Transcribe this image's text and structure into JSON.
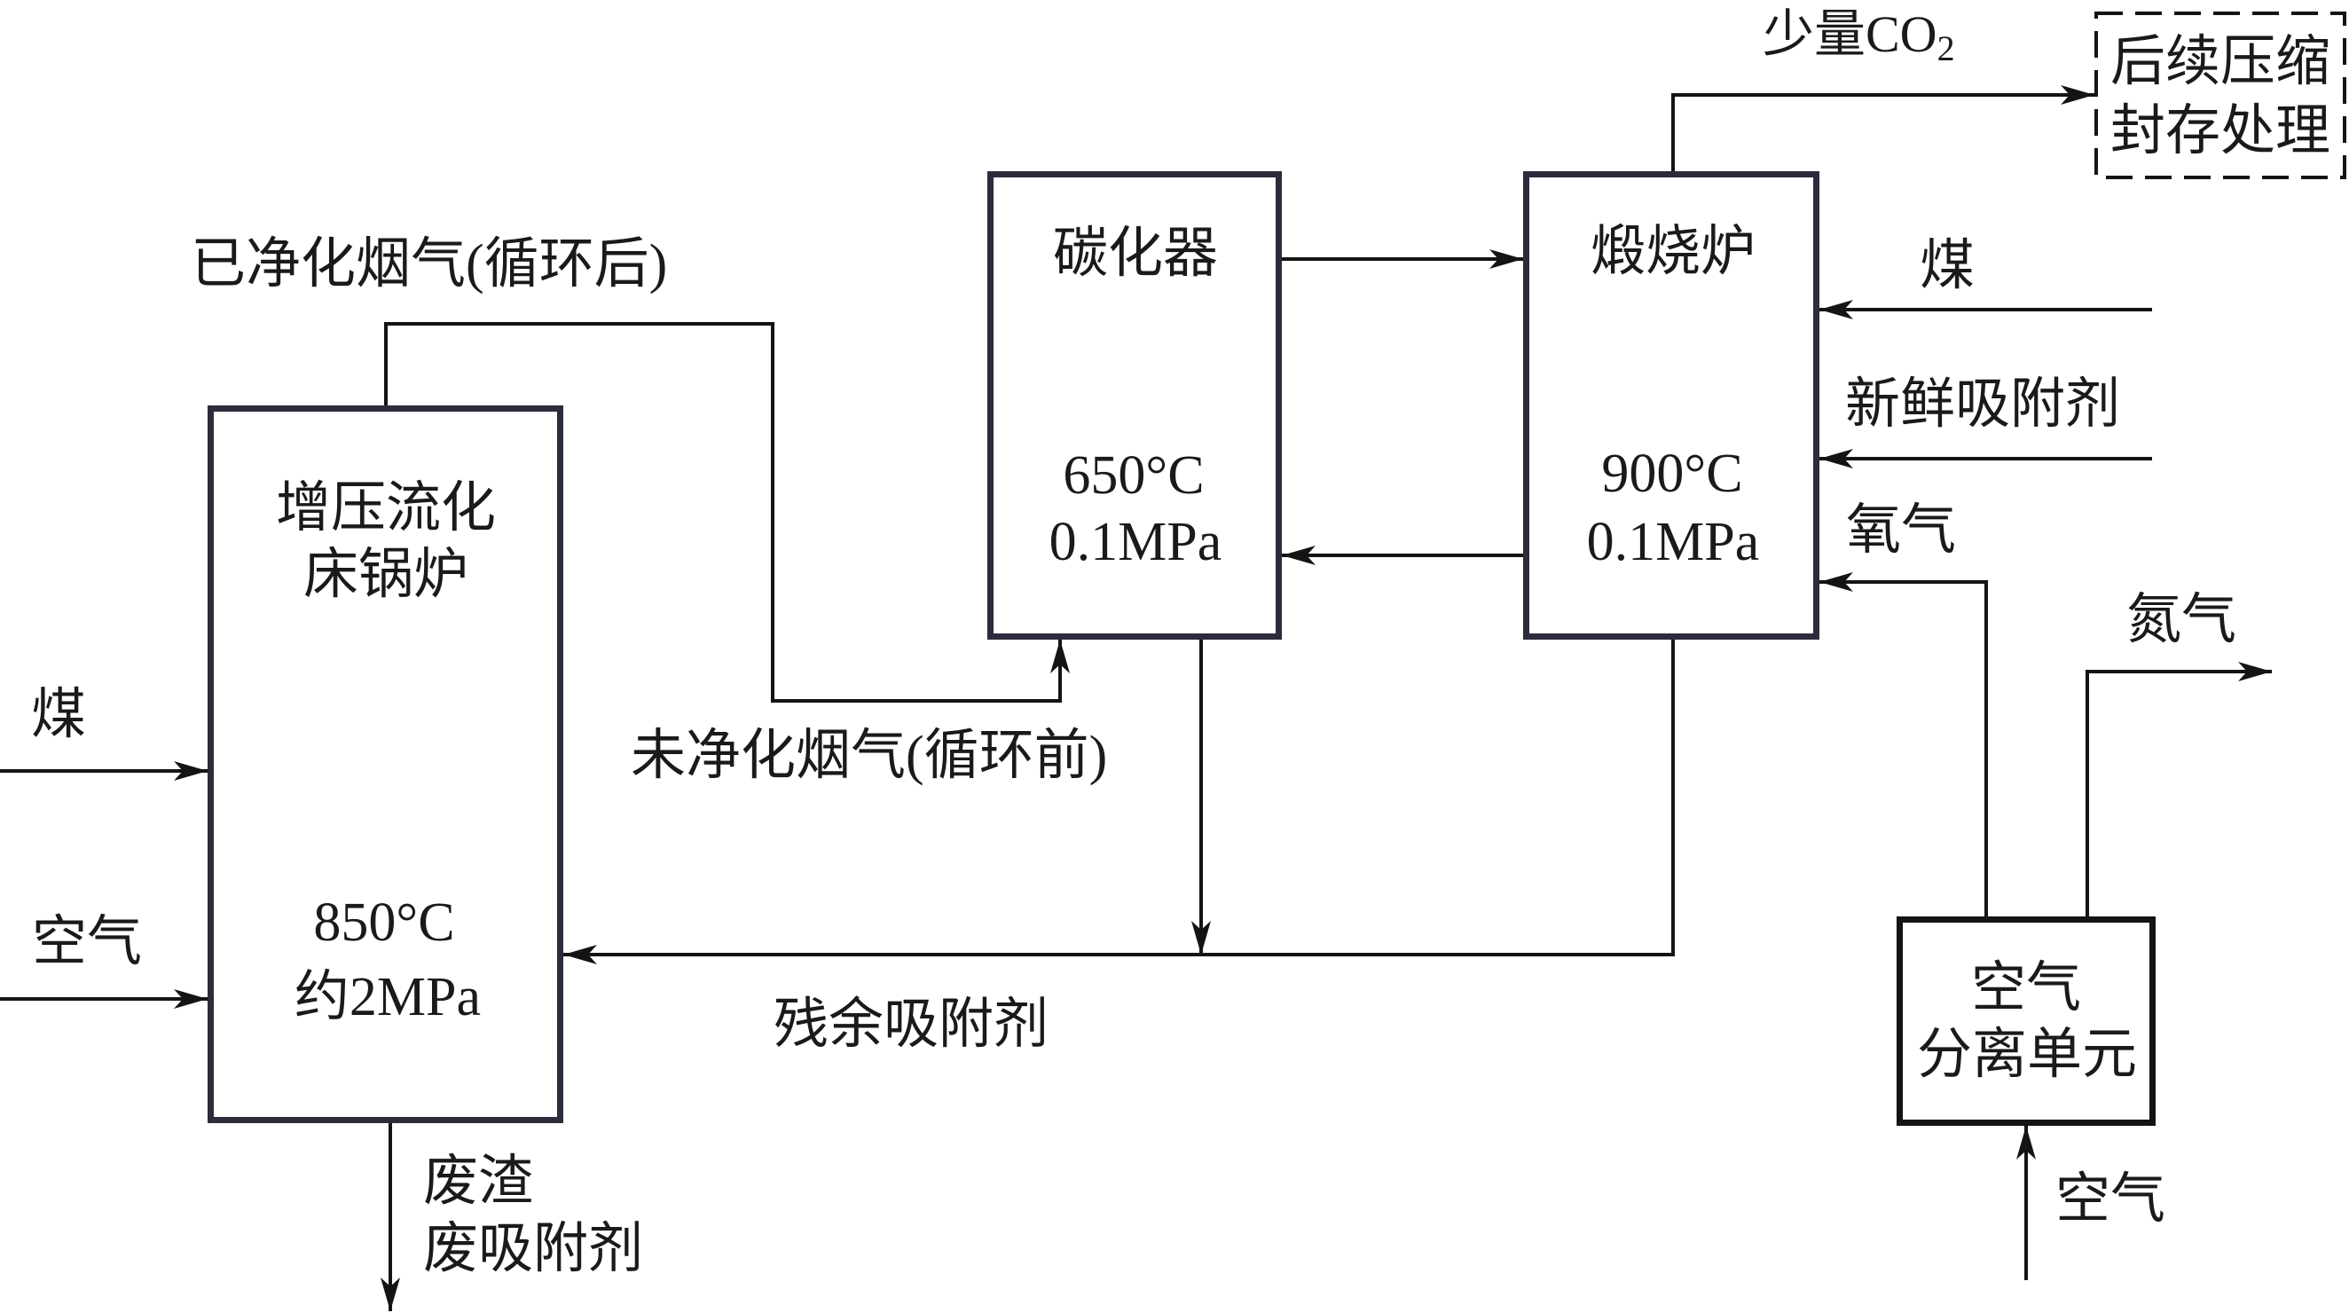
{
  "units": {
    "boiler": {
      "name_lines": [
        "增压流化",
        "床锅炉"
      ],
      "temperature": "850°C",
      "pressure": "约2MPa"
    },
    "carbonator": {
      "name": "碳化器",
      "temperature": "650°C",
      "pressure": "0.1MPa"
    },
    "calciner": {
      "name": "煅烧炉",
      "temperature": "900°C",
      "pressure": "0.1MPa"
    },
    "air_separation": {
      "name_lines": [
        "空气",
        "分离单元"
      ]
    },
    "storage": {
      "name_lines": [
        "后续压缩",
        "封存处理"
      ],
      "border_style": "dashed"
    }
  },
  "streams": {
    "boiler_coal": "煤",
    "boiler_air": "空气",
    "clean_flue_gas": "已净化烟气(循环后)",
    "raw_flue_gas": "未净化烟气(循环前)",
    "residual_sorbent": "残余吸附剂",
    "waste_lines": [
      "废渣",
      "废吸附剂"
    ],
    "co2": {
      "text": "少量CO",
      "subscript": "2"
    },
    "calciner_coal": "煤",
    "fresh_sorbent": "新鲜吸附剂",
    "oxygen": "氧气",
    "nitrogen": "氮气",
    "asu_air": "空气"
  },
  "connections": [
    {
      "from": "outside",
      "to": "boiler",
      "stream": "boiler_coal"
    },
    {
      "from": "outside",
      "to": "boiler",
      "stream": "boiler_air"
    },
    {
      "from": "boiler",
      "to": "carbonator",
      "stream": "clean_flue_gas / raw_flue_gas"
    },
    {
      "from": "carbonator",
      "to": "calciner",
      "stream": ""
    },
    {
      "from": "calciner",
      "to": "carbonator",
      "stream": ""
    },
    {
      "from": "carbonator",
      "to": "boiler",
      "stream": "residual_sorbent"
    },
    {
      "from": "calciner",
      "to": "boiler",
      "stream": "residual_sorbent"
    },
    {
      "from": "boiler",
      "to": "outside",
      "stream": "waste_lines"
    },
    {
      "from": "calciner",
      "to": "storage",
      "stream": "co2"
    },
    {
      "from": "outside",
      "to": "calciner",
      "stream": "calciner_coal"
    },
    {
      "from": "outside",
      "to": "calciner",
      "stream": "fresh_sorbent"
    },
    {
      "from": "air_separation",
      "to": "calciner",
      "stream": "oxygen"
    },
    {
      "from": "air_separation",
      "to": "outside",
      "stream": "nitrogen"
    },
    {
      "from": "outside",
      "to": "air_separation",
      "stream": "asu_air"
    }
  ],
  "colors": {
    "background": "#ffffff",
    "box_border": "#2f2a3c",
    "line": "#141414",
    "text": "#1a1a1a"
  }
}
